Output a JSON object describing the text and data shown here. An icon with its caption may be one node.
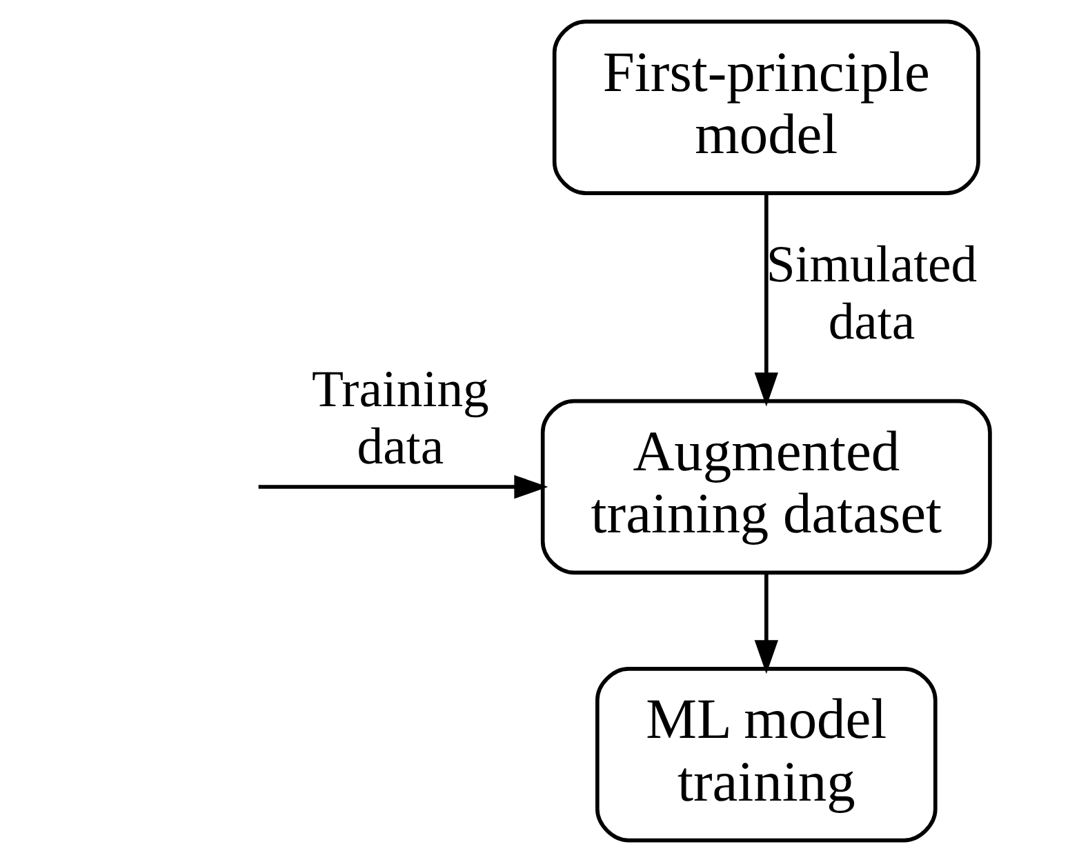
{
  "diagram": {
    "nodes": [
      {
        "text": [
          "First-principle model"
        ]
      },
      {
        "text": [
          "Augmented training dataset"
        ]
      },
      {
        "text": [
          "ML model training"
        ]
      }
    ],
    "edges": [
      {
        "from": 0,
        "to": 1,
        "arrow": "to",
        "label": "Simulated data"
      },
      {
        "from": null,
        "to": 1,
        "arrow": "to",
        "label": "Training data"
      },
      {
        "from": 1,
        "to": 2,
        "arrow": "to"
      }
    ]
  }
}
